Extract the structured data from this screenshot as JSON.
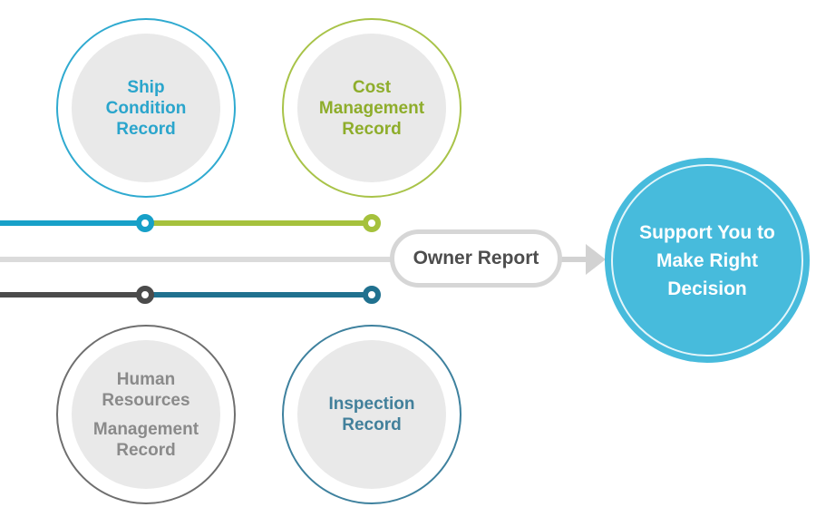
{
  "circles": {
    "ship": {
      "lines": [
        "Ship",
        "Condition",
        "Record"
      ],
      "text_color": "#2AA5CC",
      "ring_color": "#2FAAD0"
    },
    "cost": {
      "lines": [
        "Cost",
        "Management",
        "Record"
      ],
      "text_color": "#8EAD2B",
      "ring_color": "#A8C348"
    },
    "human": {
      "lines": [
        "Human",
        "Resources",
        "Management",
        "Record"
      ],
      "text_color": "#8A8A8A",
      "ring_color": "#6F6F6F"
    },
    "inspection": {
      "lines": [
        "Inspection",
        "Record"
      ],
      "text_color": "#42809B",
      "ring_color": "#3E819E"
    },
    "disc_fill": "#E9E9E9"
  },
  "connectors": {
    "top_left_color": "#17A0C8",
    "top_right_color": "#A5C13C",
    "middle_color": "#DBDBDB",
    "bottom_left_color": "#4B4B4B",
    "bottom_right_color": "#20718F"
  },
  "pill": {
    "label": "Owner Report",
    "text_color": "#4D4D4D",
    "border_color": "#D6D6D6"
  },
  "arrow": {
    "color": "#D2D2D2"
  },
  "result": {
    "lines": [
      "Support You to",
      "Make Right",
      "Decision"
    ],
    "fill_color": "#47BBDC",
    "text_color": "#FFFFFF"
  }
}
